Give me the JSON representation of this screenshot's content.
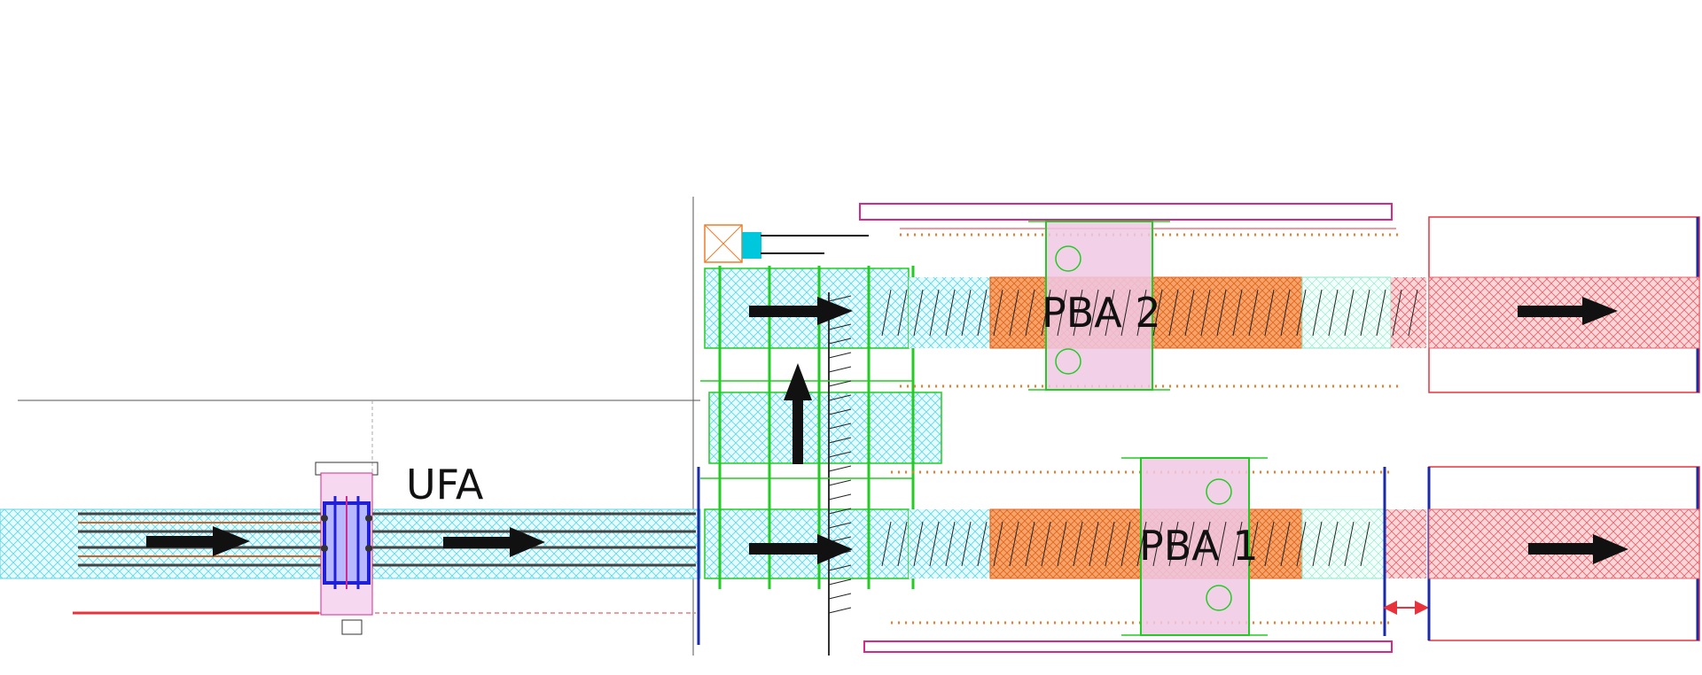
{
  "diagram": {
    "labels": {
      "ufa": "UFA",
      "pba2": "PBA 2",
      "pba1": "PBA 1"
    },
    "colors": {
      "conveyor_cyan": "#00c8dc",
      "zone_orange": "#f07a28",
      "exit_red": "#e8323c",
      "press_pink": "#e8b4d8",
      "magenta_frame": "#d8288c",
      "green_frame": "#22cc22",
      "blue_frame": "#1a2aa8",
      "flow_arrow": "#111111"
    },
    "flow_direction": [
      "right",
      "right",
      "up",
      "right",
      "right",
      "right"
    ]
  }
}
